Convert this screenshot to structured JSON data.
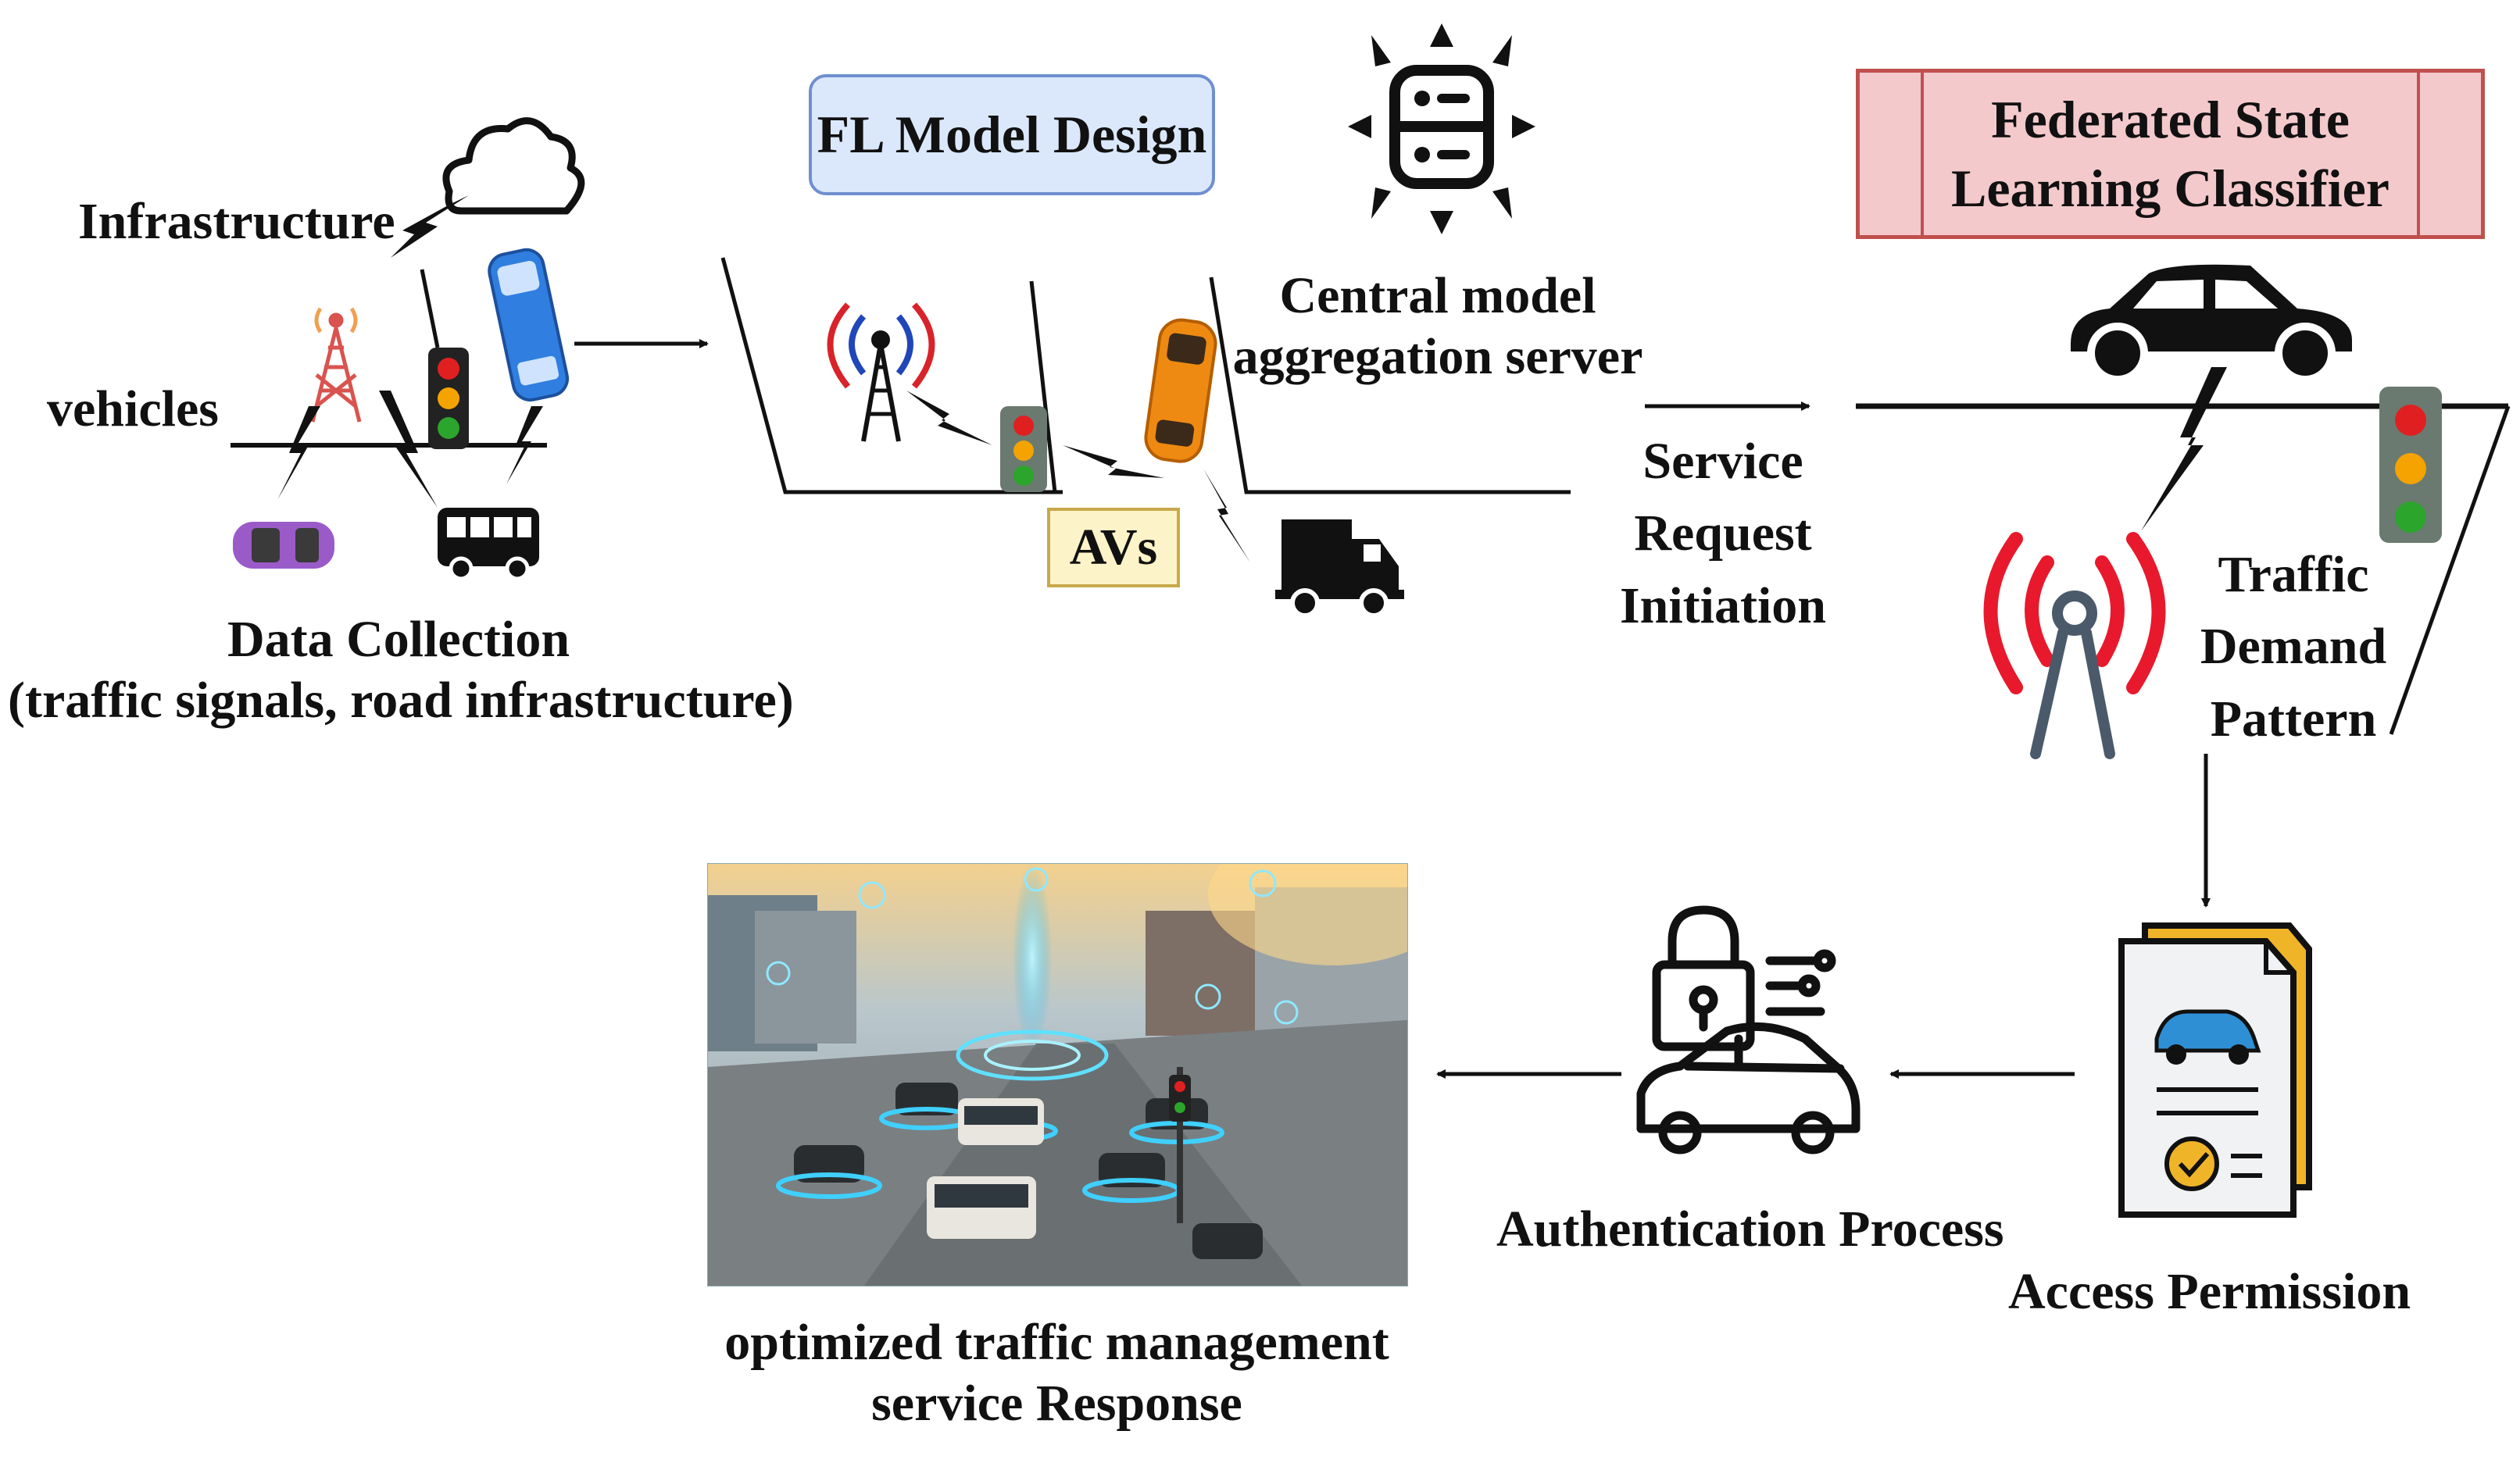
{
  "labels": {
    "infrastructure": "Infrastructure",
    "vehicles": "vehicles",
    "data_collection": "Data Collection",
    "data_collection_sub": "(traffic signals, road infrastructure)",
    "fl_model_design": "FL Model Design",
    "avs": "AVs",
    "central_server_line1": "Central model",
    "central_server_line2": "aggregation server",
    "service_request": [
      "Service",
      "Request",
      "Initiation"
    ],
    "classifier_line1": "Federated State",
    "classifier_line2": "Learning Classifier",
    "traffic_demand": [
      "Traffic",
      "Demand",
      "Pattern"
    ],
    "access_permission": "Access Permission",
    "authentication_process": "Authentication Process",
    "optimized_line1": "optimized traffic management",
    "optimized_line2": "service Response"
  },
  "colors": {
    "fl_box_fill": "#dbe8fb",
    "fl_box_border": "#6f8fcf",
    "avs_fill": "#fdf3c8",
    "avs_border": "#c8a94a",
    "classifier_fill": "#f4c9cc",
    "classifier_border": "#c0504d",
    "signal_red": "#e02020",
    "signal_amber": "#f4a300",
    "signal_green": "#2ba52b",
    "antenna_red": "#e8192c",
    "antenna_gray": "#4a5a6a"
  }
}
